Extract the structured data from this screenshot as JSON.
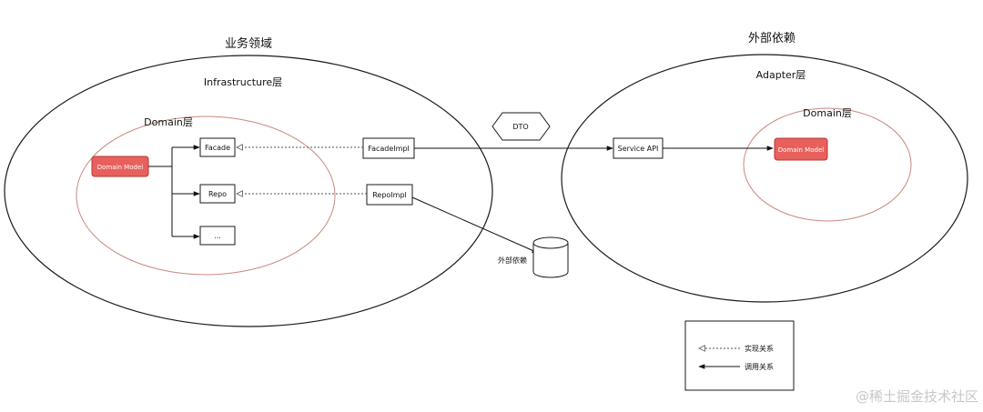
{
  "business_domain": {
    "title": "业务领域",
    "infra_label": "Infrastructure层",
    "domain_label": "Domain层",
    "domain_model": "Domain Model",
    "facade": "Facade",
    "repo": "Repo",
    "ellipsis": "...",
    "facade_impl": "FacadeImpl",
    "repo_impl": "RepoImpl"
  },
  "dto": "DTO",
  "external": {
    "title": "外部依赖",
    "adapter_label": "Adapter层",
    "domain_label": "Domain层",
    "service_api": "Service API",
    "domain_model": "Domain Model"
  },
  "database_label": "外部依赖",
  "legend": {
    "implements": "实现关系",
    "calls": "调用关系"
  },
  "watermark": "@稀土掘金技术社区"
}
